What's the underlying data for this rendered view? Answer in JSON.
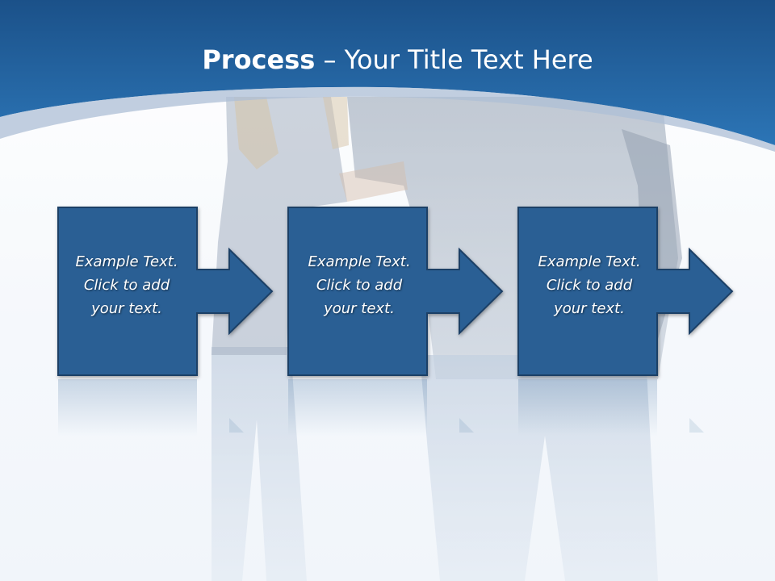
{
  "slide": {
    "title_bold": "Process",
    "title_rest": " – Your Title Text Here"
  },
  "colors": {
    "header": "#2467a6",
    "box_fill": "#2a5f94",
    "box_border": "#1c3f66",
    "background": "#f4f8fc"
  },
  "process": {
    "steps": [
      {
        "lines": [
          "Example Text.",
          "Click  to add",
          "your text."
        ]
      },
      {
        "lines": [
          "Example Text.",
          "Click  to add",
          "your text."
        ]
      },
      {
        "lines": [
          "Example Text.",
          "Click  to add",
          "your text."
        ]
      }
    ]
  }
}
